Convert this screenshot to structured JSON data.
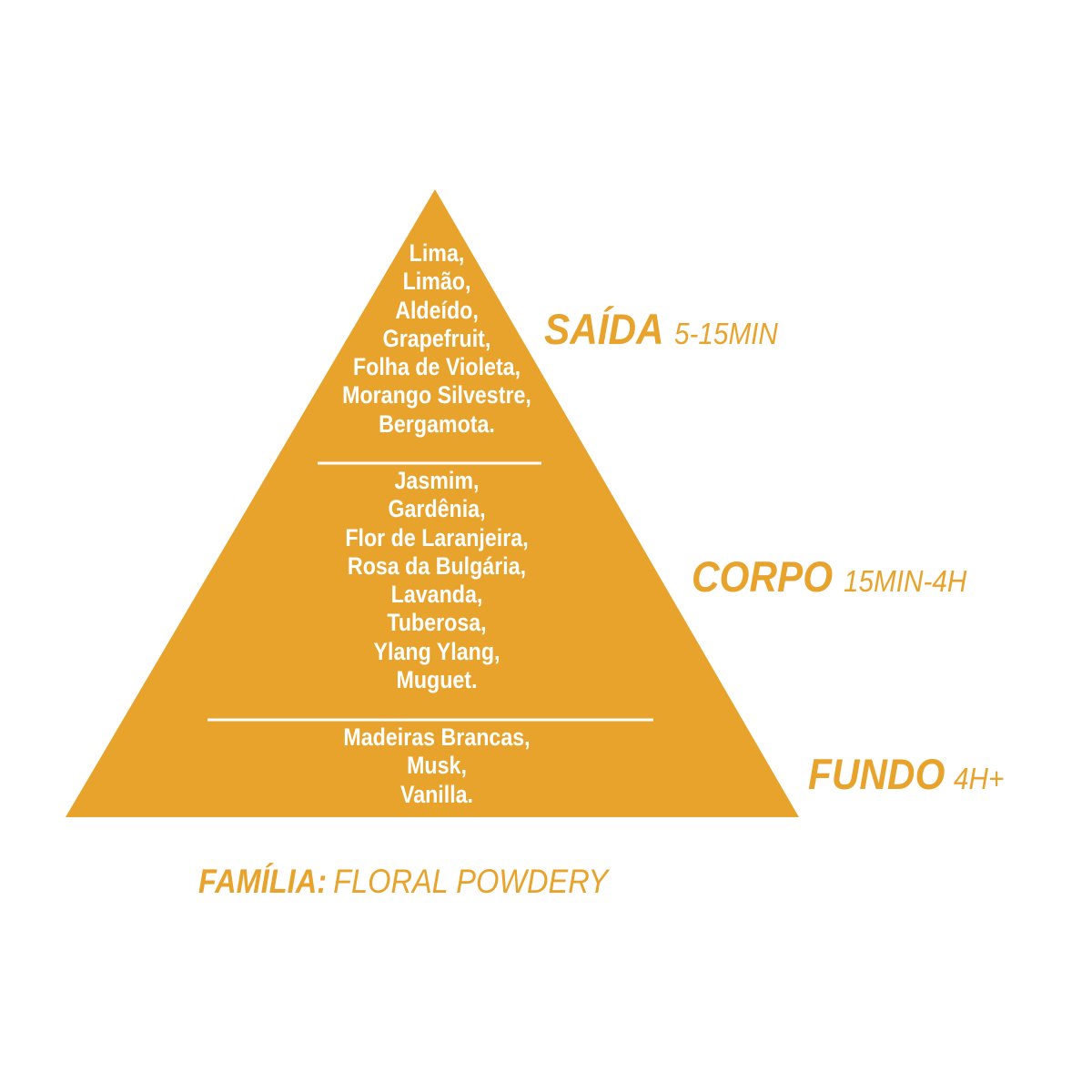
{
  "colors": {
    "pyramid_fill": "#e7a32c",
    "separator": "#ffffff",
    "note_text": "#ffffff",
    "label_text": "#e7a32c",
    "background": "#ffffff"
  },
  "pyramid": {
    "top_notes": [
      "Lima,",
      "Limão,",
      "Aldeído,",
      "Grapefruit,",
      "Folha de Violeta,",
      "Morango Silvestre,",
      "Bergamota."
    ],
    "middle_notes": [
      "Jasmim,",
      "Gardênia,",
      "Flor de Laranjeira,",
      "Rosa da Bulgária,",
      "Lavanda,",
      "Tuberosa,",
      "Ylang Ylang,",
      "Muguet."
    ],
    "base_notes": [
      "Madeiras Brancas,",
      "Musk,",
      "Vanilla."
    ]
  },
  "stages": {
    "saida": {
      "name": "SAÍDA",
      "time": "5-15MIN"
    },
    "corpo": {
      "name": "CORPO",
      "time": "15MIN-4H"
    },
    "fundo": {
      "name": "FUNDO",
      "time": "4H+"
    }
  },
  "family": {
    "label": "FAMÍLIA:",
    "value": "FLORAL POWDERY"
  }
}
